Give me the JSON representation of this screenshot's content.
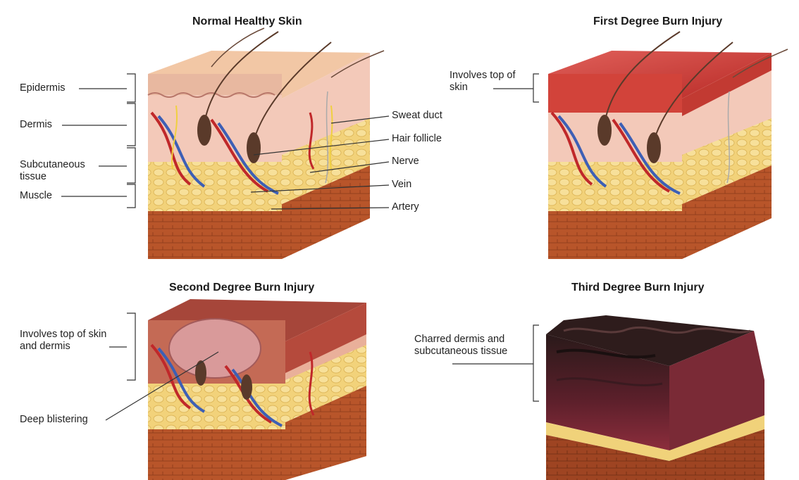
{
  "panels": {
    "normal": {
      "title": "Normal Healthy Skin",
      "layers": {
        "epidermis": "Epidermis",
        "dermis": "Dermis",
        "subcutaneous": "Subcutaneous tissue",
        "muscle": "Muscle"
      },
      "structures": {
        "sweat_duct": "Sweat duct",
        "hair_follicle": "Hair follicle",
        "nerve": "Nerve",
        "vein": "Vein",
        "artery": "Artery"
      }
    },
    "first": {
      "title": "First Degree Burn Injury",
      "note": "Involves top of skin"
    },
    "second": {
      "title": "Second Degree Burn Injury",
      "note": "Involves top of skin and dermis",
      "blister": "Deep blistering"
    },
    "third": {
      "title": "Third Degree Burn Injury",
      "note": "Charred dermis and subcutaneous tissue"
    }
  },
  "colors": {
    "skin_top": "#f2c7a5",
    "epidermis": "#e8b8a0",
    "dermis": "#f3c9b9",
    "fat": "#f2d27a",
    "muscle": "#b8552a",
    "burn_red": "#d2433a",
    "blister": "#d99a9a",
    "charred": "#3a1e1e",
    "artery": "#c0282a",
    "vein": "#3d5fb5",
    "nerve": "#f0d040"
  }
}
